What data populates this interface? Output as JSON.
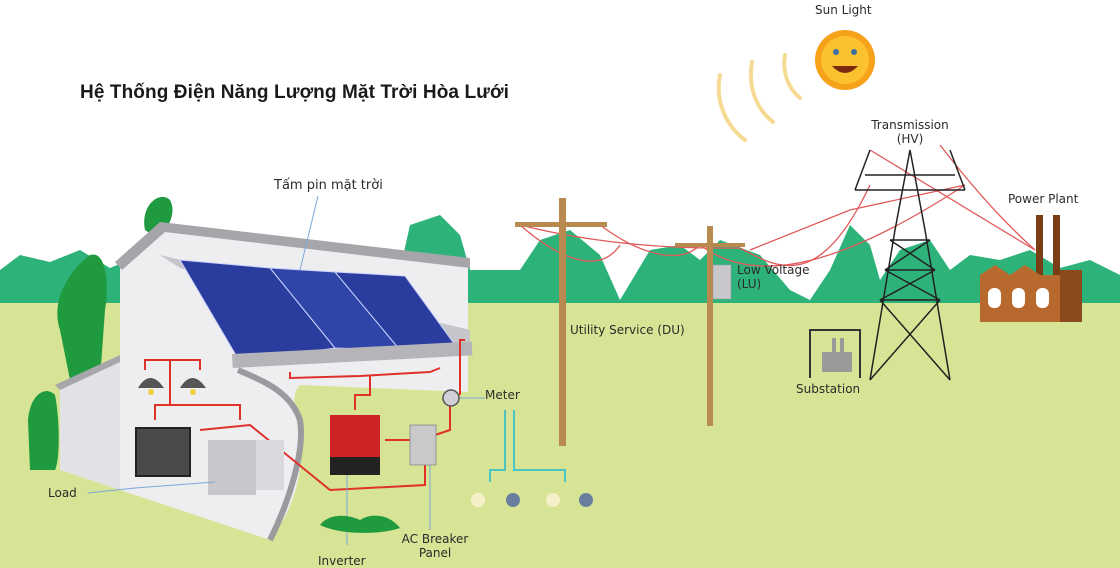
{
  "title": "Hệ Thống Điện Năng Lượng Mặt Trời Hòa Lưới",
  "labels": {
    "sun_light": "Sun Light",
    "transmission_line1": "Transmission",
    "transmission_line2": "(HV)",
    "power_plant": "Power Plant",
    "solar_panel": "Tấm pin mặt trời",
    "low_voltage_line1": "Low Voltage",
    "low_voltage_line2": "(LU)",
    "utility_service": "Utility Service (DU)",
    "substation": "Substation",
    "meter": "Meter",
    "load": "Load",
    "inverter": "Inverter",
    "ac_breaker_line1": "AC Breaker",
    "ac_breaker_line2": "Panel"
  },
  "colors": {
    "sky": "#ffffff",
    "ground": "#d8e495",
    "hills": "#2db37a",
    "trees": "#1f9a3e",
    "panel": "#2a3d9e",
    "wire": "#e0302a",
    "pole": "#b98a50",
    "house_wall": "#eeeef0",
    "inverter_top": "#cf2226",
    "factory": "#b8692e"
  }
}
